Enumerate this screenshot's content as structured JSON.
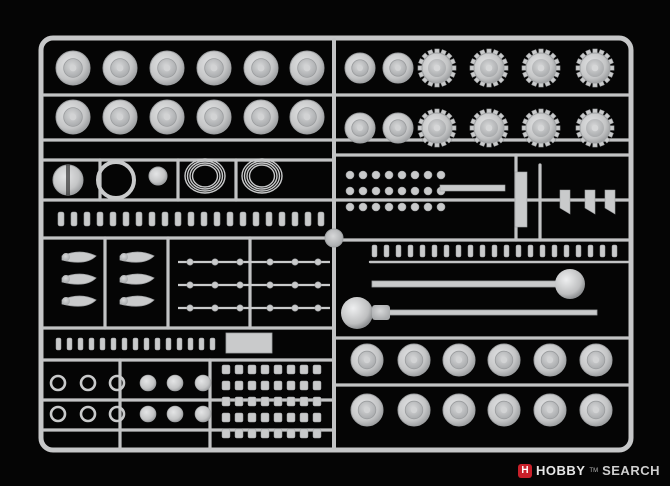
{
  "photo": {
    "subject": "",
    "background_color": "#050505",
    "plastic_color": "#c9cacb",
    "plastic_shadow": "#9fa1a3",
    "plastic_highlight": "#e6e7e8"
  },
  "watermark": {
    "logo_glyph": "H",
    "brand": "HOBBY",
    "trademark": "TM",
    "suffix": "SEARCH",
    "logo_color": "#c8202a"
  }
}
